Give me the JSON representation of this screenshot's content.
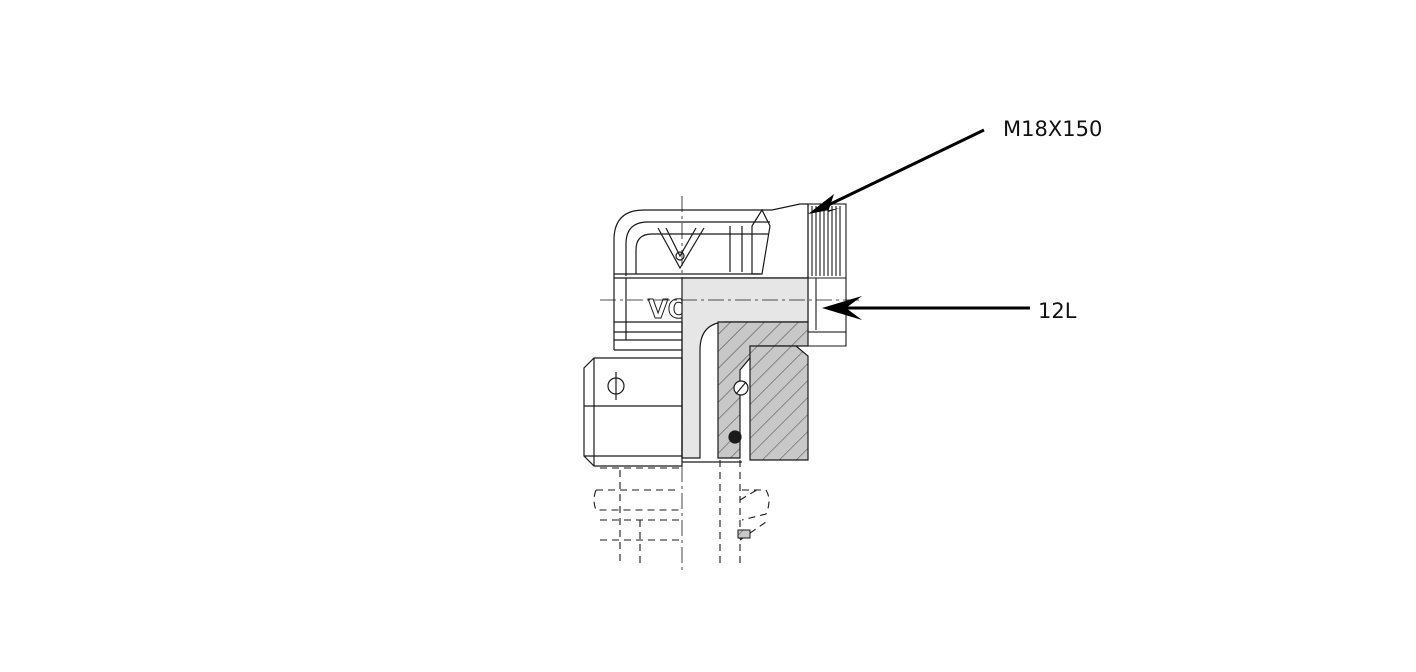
{
  "callouts": {
    "thread": "M18X150",
    "size": "12L"
  },
  "fitting": {
    "engraving": "VO"
  },
  "colors": {
    "line": "#1a1a1a",
    "section_fill": "#c8c8c8",
    "bore_fill": "#e6e6e6",
    "background": "#ffffff"
  }
}
